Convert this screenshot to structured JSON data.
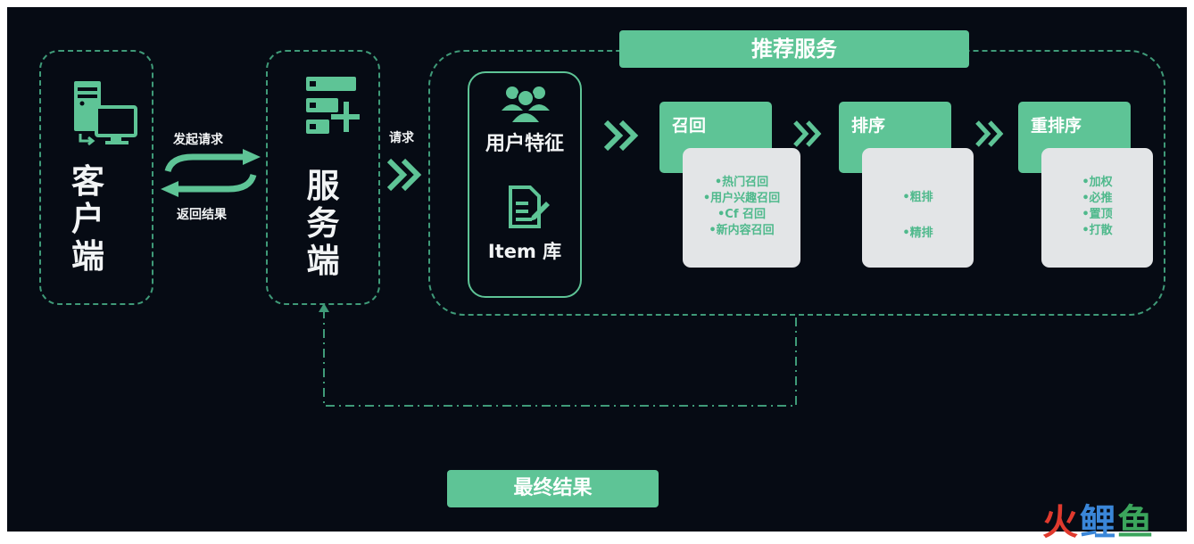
{
  "client": {
    "label": "客户端"
  },
  "arrows": {
    "send_request": "发起请求",
    "return_result": "返回结果",
    "request": "请求"
  },
  "server": {
    "label": "服务端"
  },
  "recommend": {
    "title": "推荐服务",
    "features": {
      "user": "用户特征",
      "item": "Item 库"
    },
    "stages": [
      {
        "title": "召回",
        "items": [
          "•热门召回",
          "•用户兴趣召回",
          "•Cf 召回",
          "•新内容召回"
        ]
      },
      {
        "title": "排序",
        "items": [
          "•粗排",
          "•精排"
        ]
      },
      {
        "title": "重排序",
        "items": [
          "•加权",
          "•必推",
          "•置顶",
          "•打散"
        ]
      }
    ]
  },
  "final_result": "最终结果",
  "watermark": {
    "part1": "火",
    "part2": "鲤",
    "part3": "鱼"
  },
  "colors": {
    "background": "#060b14",
    "accent": "#5ec496",
    "dash": "#3f9a78",
    "card": "#e3e5e7"
  }
}
